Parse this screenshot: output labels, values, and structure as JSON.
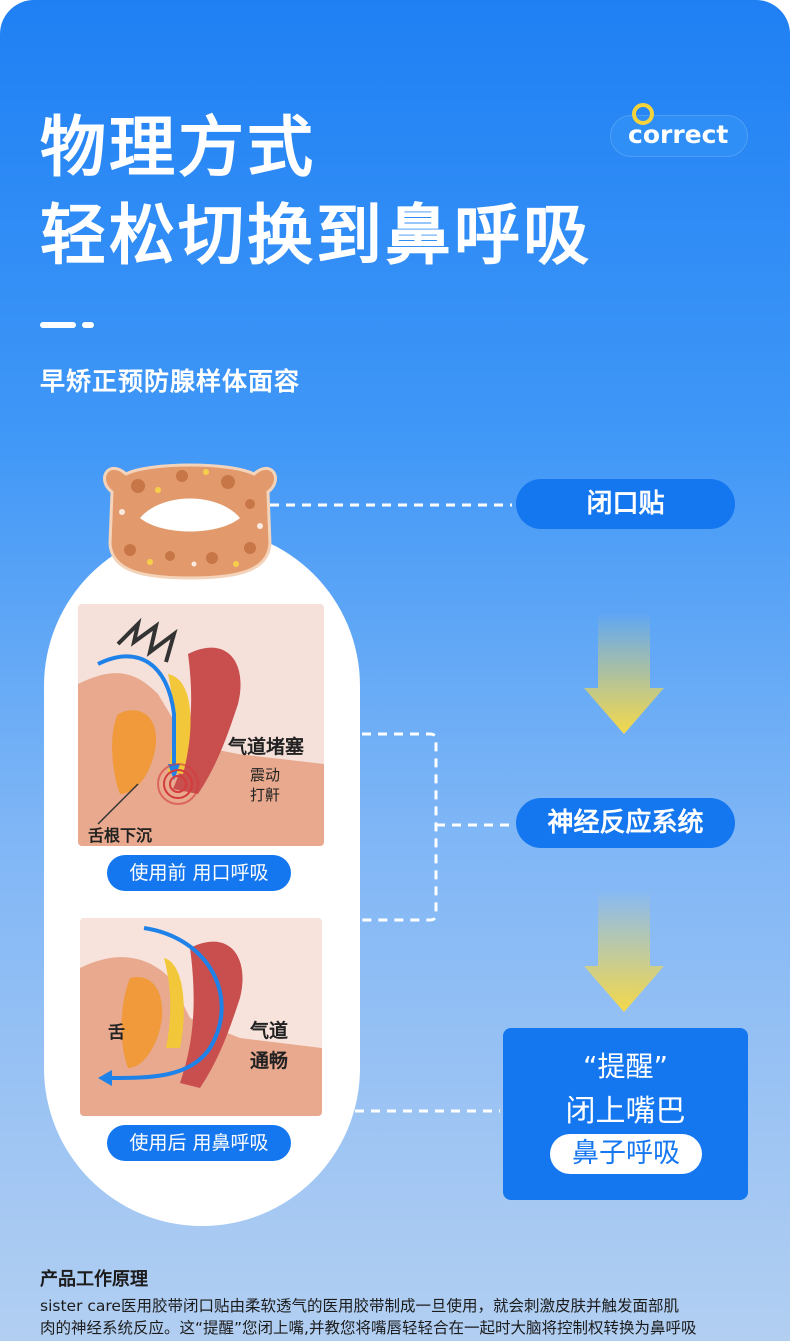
{
  "brand": {
    "name": "correct"
  },
  "hero": {
    "title_line1": "物理方式",
    "title_line2": "轻松切换到鼻呼吸",
    "subtitle": "早矫正预防腺样体面容"
  },
  "flow": {
    "step1": "闭口贴",
    "step2": "神经反应系统",
    "callout_line1": "“提醒”",
    "callout_line2": "闭上嘴巴",
    "callout_badge": "鼻子呼吸"
  },
  "illustrations": {
    "before": {
      "label_airway": "气道堵塞",
      "label_vibrate1": "震动",
      "label_vibrate2": "打鼾",
      "label_tongue": "舌根下沉",
      "caption": "使用前 用口呼吸"
    },
    "after": {
      "label_tongue": "舌",
      "label_airway1": "气道",
      "label_airway2": "通畅",
      "caption": "使用后 用鼻呼吸"
    }
  },
  "footer": {
    "title": "产品工作原理",
    "body_line1": "sister care医用胶带闭口贴由柔软透气的医用胶带制成一旦使用，就会刺激皮肤并触发面部肌",
    "body_line2": "肉的神经系统反应。这“提醒”您闭上嘴,并教您将嘴唇轻轻合在一起时大脑将控制权转换为鼻呼吸"
  },
  "colors": {
    "accent_blue": "#1577f0",
    "arrow_yellow": "#f3d84a",
    "brand_ring": "#f5d33a"
  }
}
